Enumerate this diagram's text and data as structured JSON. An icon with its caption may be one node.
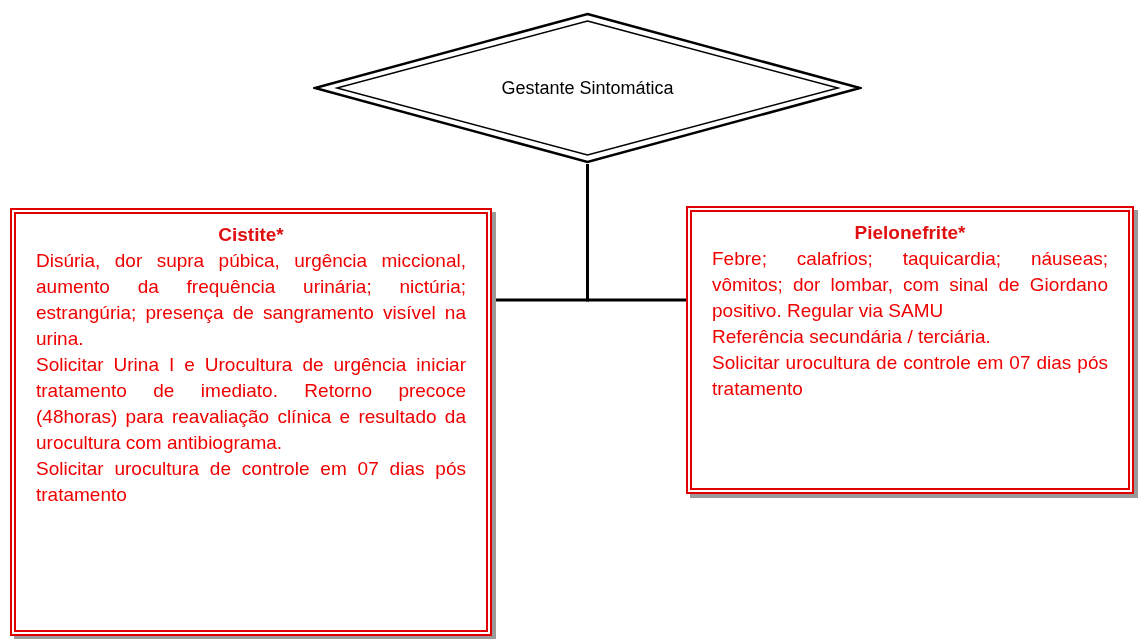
{
  "diagram": {
    "nodes": [
      {
        "text": [
          "Gestante Sintomática"
        ]
      },
      {
        "text": [
          "Cistite*",
          "Disúria, dor supra púbica, urgência miccional, aumento da frequência urinária; nictúria; estrangúria; presença de sangramento visível na urina.",
          "Solicitar Urina I e Urocultura de urgência iniciar tratamento de imediato. Retorno precoce (48horas) para reavaliação clínica e resultado da urocultura com antibiograma.",
          "Solicitar urocultura de controle em 07 dias pós tratamento"
        ]
      },
      {
        "text": [
          "Pielonefrite*",
          "Febre; calafrios; taquicardia; náuseas; vômitos; dor lombar, com sinal de Giordano positivo.  Regular via SAMU",
          "Referência secundária / terciária.",
          "Solicitar urocultura de controle em 07 dias pós tratamento"
        ]
      }
    ],
    "edges": [
      {
        "from": 0,
        "to": 1,
        "arrow": "none"
      },
      {
        "from": 0,
        "to": 2,
        "arrow": "none"
      }
    ]
  }
}
